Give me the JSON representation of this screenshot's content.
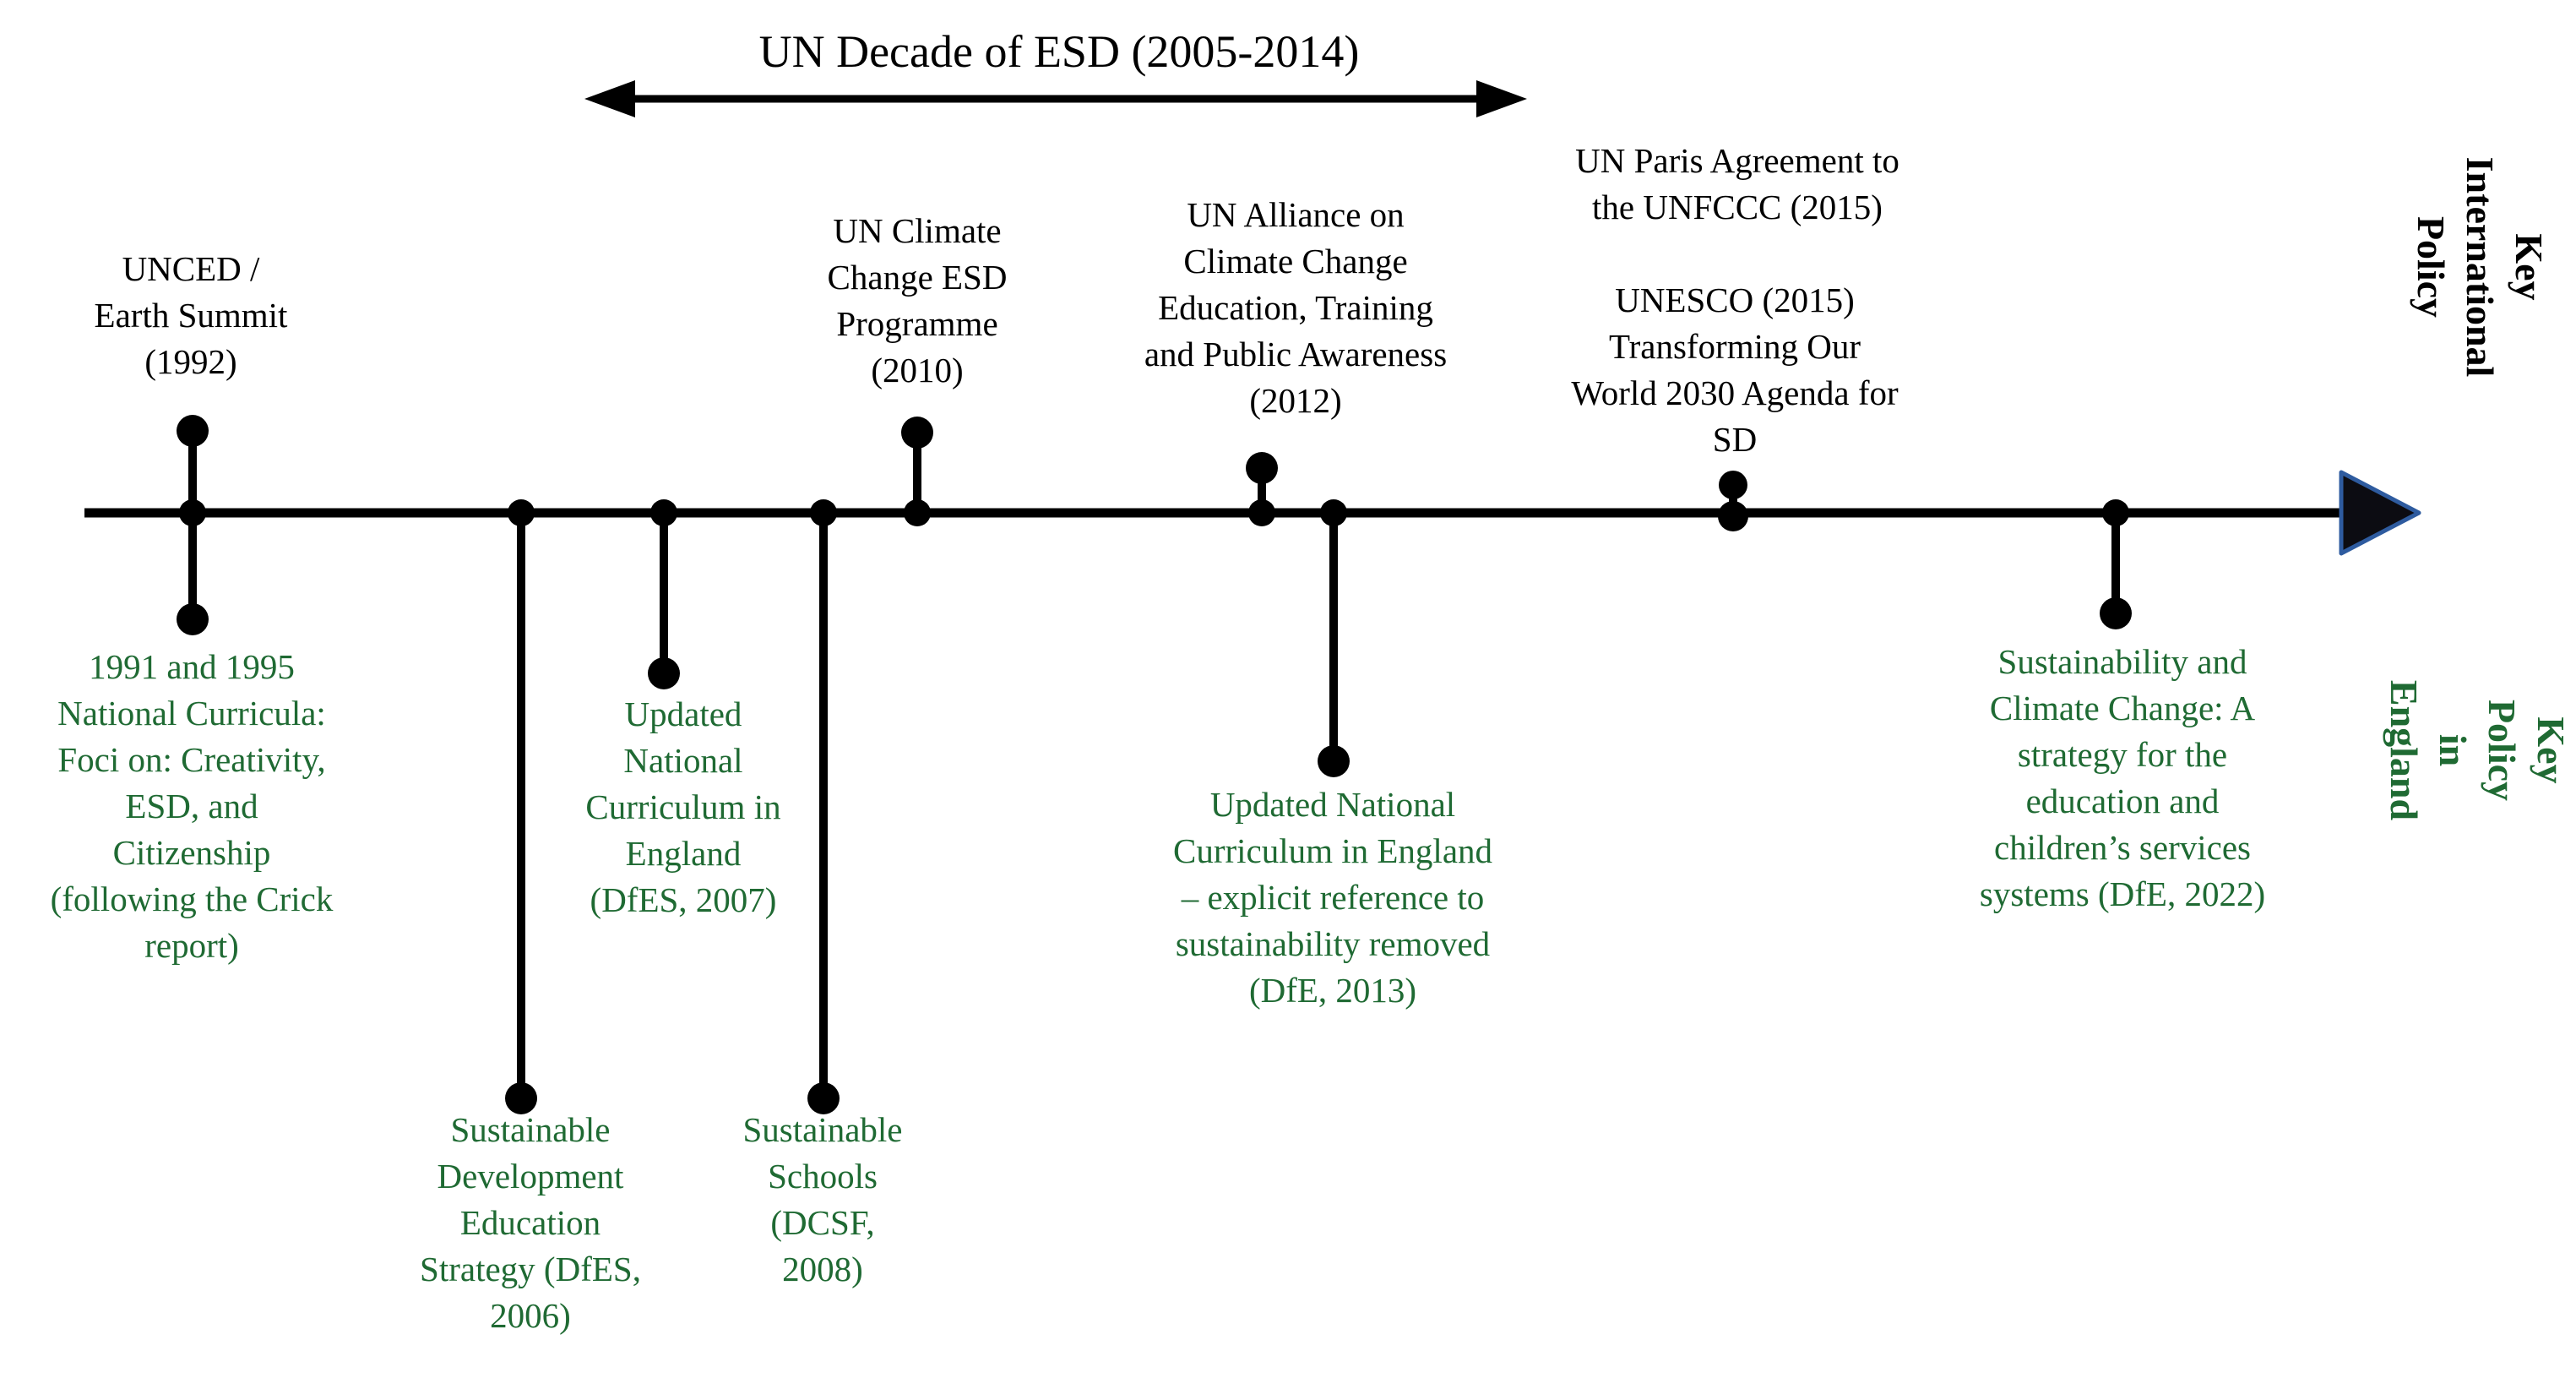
{
  "banner": {
    "label": "UN Decade of ESD (2005-2014)",
    "span_years": "2005-2014"
  },
  "axis": {
    "international": {
      "label": "Key\nInternational\nPolicy"
    },
    "england": {
      "label": "Key Policy in\nEngland"
    }
  },
  "events": {
    "international": [
      {
        "year": "1992",
        "label": "UNCED /\nEarth Summit\n(1992)"
      },
      {
        "year": "2010",
        "label": "UN Climate\nChange ESD\nProgramme\n(2010)"
      },
      {
        "year": "2012",
        "label": "UN Alliance on\nClimate Change\nEducation, Training\nand Public Awareness\n(2012)"
      },
      {
        "year": "2015",
        "label": "UN Paris Agreement to\nthe UNFCCC (2015)"
      },
      {
        "year": "2015",
        "label": "UNESCO (2015)\nTransforming Our\nWorld 2030 Agenda for\nSD"
      }
    ],
    "england": [
      {
        "year": "1991-1995",
        "label": "1991 and 1995\nNational Curricula:\nFoci on: Creativity,\nESD, and\nCitizenship\n(following the Crick\nreport)"
      },
      {
        "year": "2006",
        "label": "Sustainable\nDevelopment\nEducation\nStrategy (DfES,\n2006)"
      },
      {
        "year": "2007",
        "label": "Updated\nNational\nCurriculum in\nEngland\n(DfES, 2007)"
      },
      {
        "year": "2008",
        "label": "Sustainable\nSchools\n(DCSF,\n2008)"
      },
      {
        "year": "2013",
        "label": "Updated National\nCurriculum in England\n– explicit reference to\nsustainability removed\n(DfE, 2013)"
      },
      {
        "year": "2022",
        "label": "Sustainability and\nClimate Change: A\nstrategy for the\neducation and\nchildren’s services\nsystems (DfE, 2022)"
      }
    ]
  },
  "colors": {
    "ink": "#000000",
    "england-green": "#1f6a33",
    "arrowhead-fill": "#0c0c12",
    "arrowhead-outline": "#2e5b9f",
    "background": "#ffffff"
  }
}
